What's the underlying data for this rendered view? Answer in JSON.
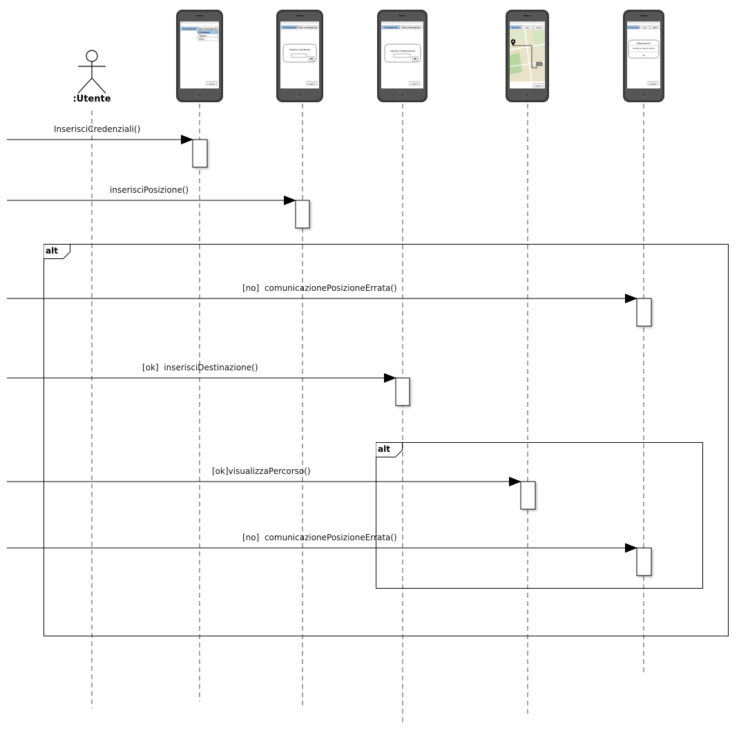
{
  "actor": {
    "name": ":Utente",
    "icon": "stick-figure-icon"
  },
  "screens": {
    "login": {
      "tabs": [
        "Emergenze",
        "Non emergenze"
      ],
      "menu": [
        "Facebook",
        "Twitter",
        "SPID"
      ],
      "button": "Logout"
    },
    "position": {
      "tabs": [
        "Emergenze",
        "Non emergenze"
      ],
      "prompt": "Inserisci partenza",
      "button": "Logout"
    },
    "destination": {
      "tabs": [
        "Emergenze",
        "Non emergenze"
      ],
      "prompt": "Inserisci destinazione",
      "button": "Logout"
    },
    "route": {
      "tabs": [
        "Partenze",
        "Via",
        "Arrivo"
      ],
      "button": "Logout"
    },
    "alert": {
      "tabs": [
        "Emergenze",
        "Via",
        "SPID"
      ],
      "title": "Attenzione!",
      "text": "Posizione inserita errata",
      "ok": "OK",
      "button": "Logout"
    }
  },
  "messages": [
    {
      "label": "InserisciCredenziali()"
    },
    {
      "label": "inserisciPosizione()"
    },
    {
      "label": "[no]  comunicazionePosizioneErrata()"
    },
    {
      "label": "[ok]  inserisciDestinazione()"
    },
    {
      "label": "[ok]visualizzaPercorso()"
    },
    {
      "label": "[no]  comunicazionePosizioneErrata()"
    }
  ],
  "fragments": [
    {
      "operator": "alt"
    },
    {
      "operator": "alt"
    }
  ],
  "colors": {
    "line": "#000000",
    "lifeline": "#444444",
    "activation_fill": "#ffffff",
    "phone_body": "#3a3a3a",
    "phone_screen": "#ffffff",
    "map_green": "#b9d6a0",
    "map_road": "#e8e3c8"
  }
}
